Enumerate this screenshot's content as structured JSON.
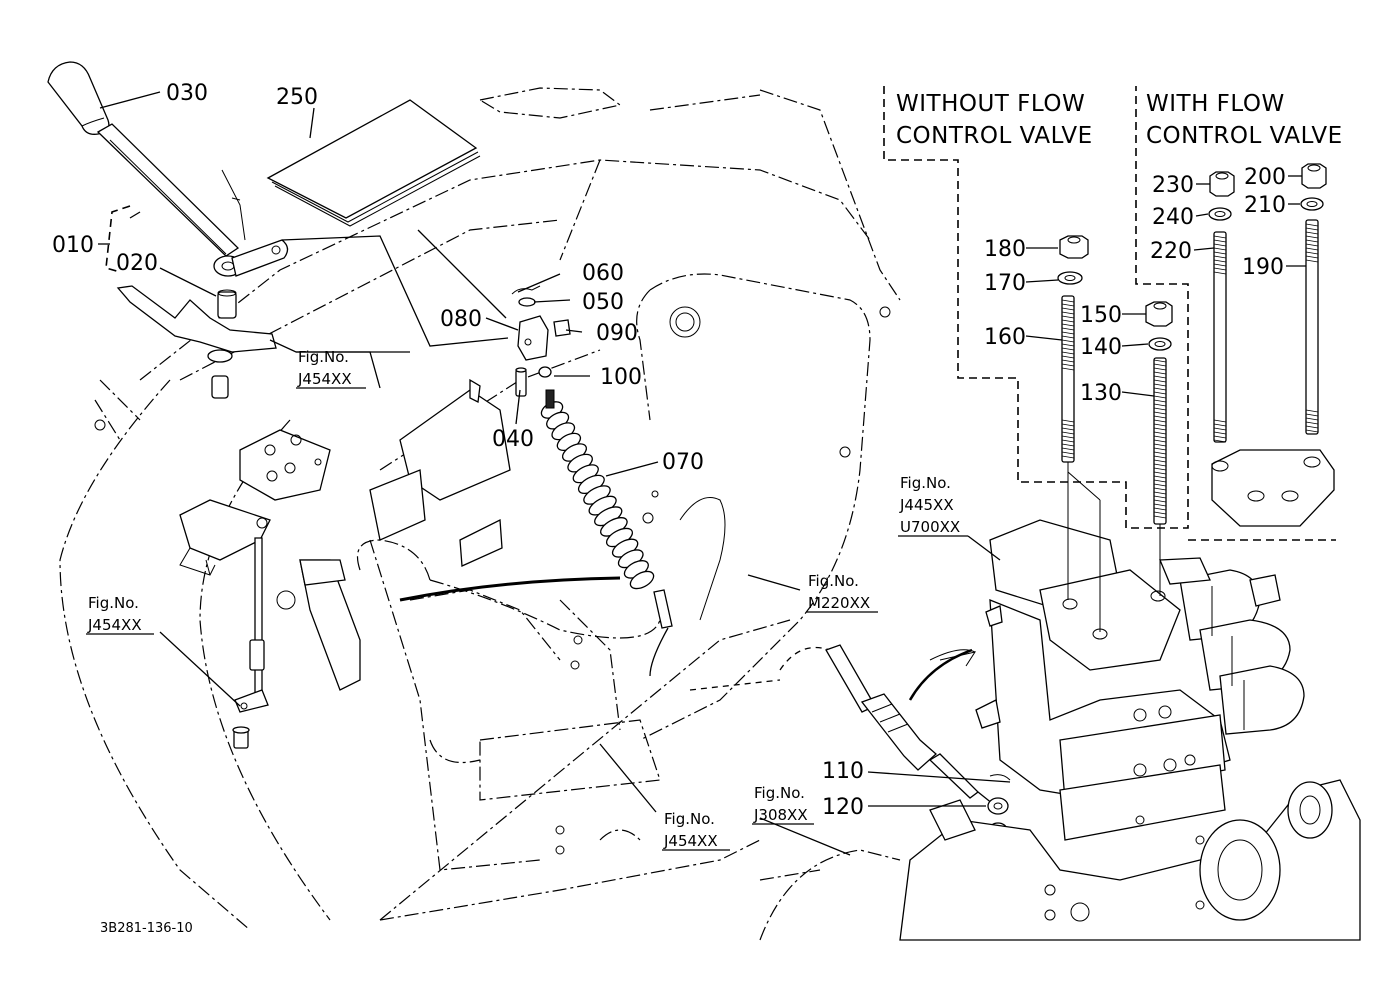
{
  "sections": {
    "without_flow_control": {
      "line1": "WITHOUT FLOW",
      "line2": "CONTROL VALVE"
    },
    "with_flow_control": {
      "line1": "WITH FLOW",
      "line2": "CONTROL VALVE"
    }
  },
  "parts": {
    "p010": "010",
    "p020": "020",
    "p030": "030",
    "p040": "040",
    "p050": "050",
    "p060": "060",
    "p070": "070",
    "p080": "080",
    "p090": "090",
    "p100": "100",
    "p110": "110",
    "p120": "120",
    "p130": "130",
    "p140": "140",
    "p150": "150",
    "p160": "160",
    "p170": "170",
    "p180": "180",
    "p190": "190",
    "p200": "200",
    "p210": "210",
    "p220": "220",
    "p230": "230",
    "p240": "240",
    "p250": "250"
  },
  "figure_refs": {
    "fig_label": "Fig.No.",
    "ref_j454_a": "J454XX",
    "ref_j454_b": "J454XX",
    "ref_j454_c": "J454XX",
    "ref_m220": "M220XX",
    "ref_j445": "J445XX",
    "ref_u700": "U700XX",
    "ref_j308": "J308XX"
  },
  "drawing_code": "3B281-136-10"
}
